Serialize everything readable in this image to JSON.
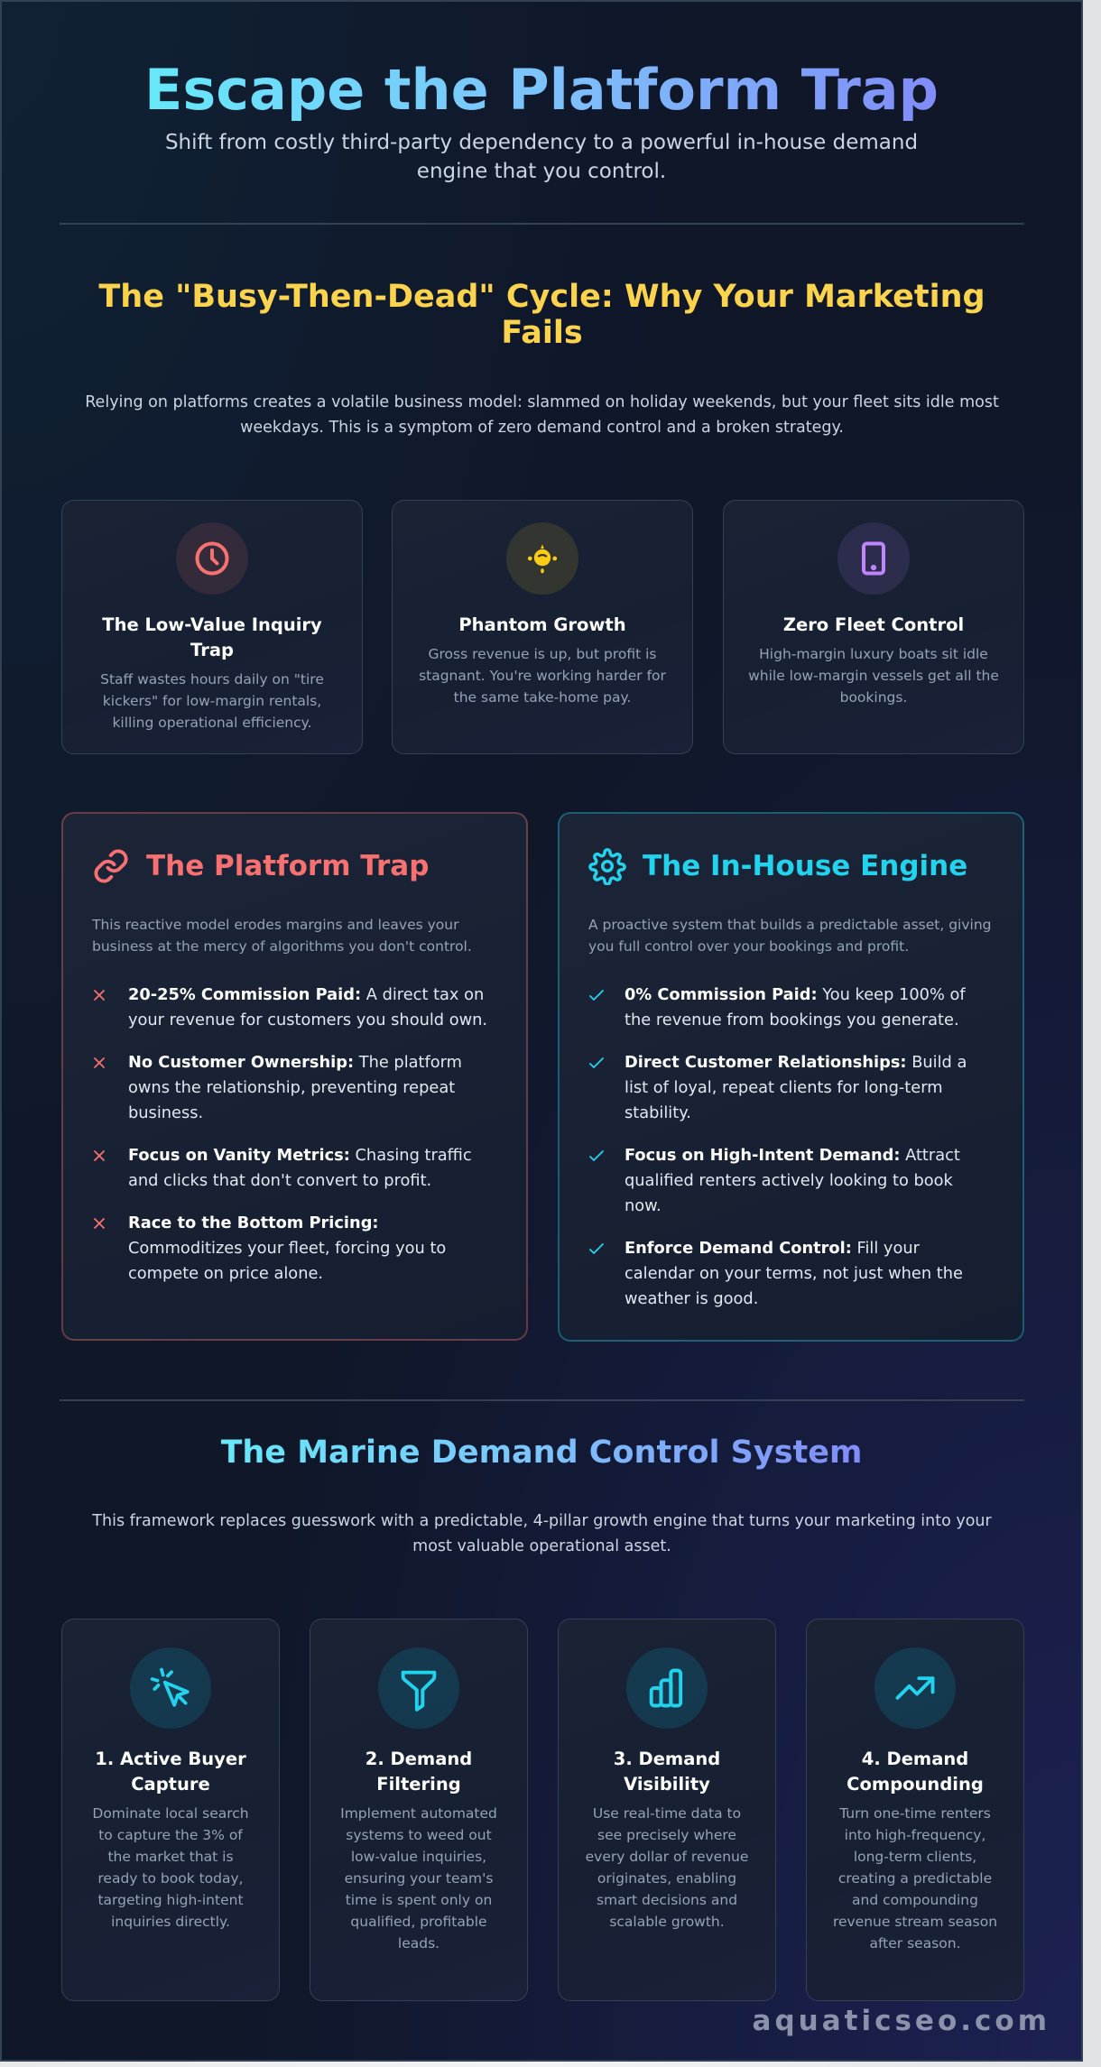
{
  "hero": {
    "title": "Escape the Platform Trap",
    "subtitle": "Shift from costly third-party dependency to a powerful in-house demand engine that you control."
  },
  "cycle": {
    "title": "The \"Busy-Then-Dead\" Cycle: Why Your Marketing Fails",
    "description": "Relying on platforms creates a volatile business model: slammed on holiday weekends, but your fleet sits idle most weekdays. This is a symptom of zero demand control and a broken strategy.",
    "cards": [
      {
        "icon": "clock-icon",
        "color": "#f87171",
        "title": "The Low-Value Inquiry Trap",
        "text": "Staff wastes hours daily on \"tire kickers\" for low-margin rentals, killing operational efficiency."
      },
      {
        "icon": "money-icon",
        "color": "#facc15",
        "title": "Phantom Growth",
        "text": "Gross revenue is up, but profit is stagnant. You're working harder for the same take-home pay."
      },
      {
        "icon": "tablet-icon",
        "color": "#c084fc",
        "title": "Zero Fleet Control",
        "text": "High-margin luxury boats sit idle while low-margin vessels get all the bookings."
      }
    ]
  },
  "comparison": {
    "trap": {
      "icon": "link-icon",
      "title": "The Platform Trap",
      "description": "This reactive model erodes margins and leaves your business at the mercy of algorithms you don't control.",
      "color": "#f87171",
      "items": [
        {
          "bold": "20-25% Commission Paid:",
          "text": " A direct tax on your revenue for customers you should own."
        },
        {
          "bold": "No Customer Ownership:",
          "text": " The platform owns the relationship, preventing repeat business."
        },
        {
          "bold": "Focus on Vanity Metrics:",
          "text": " Chasing traffic and clicks that don't convert to profit."
        },
        {
          "bold": "Race to the Bottom Pricing:",
          "text": " Commoditizes your fleet, forcing you to compete on price alone."
        }
      ]
    },
    "engine": {
      "icon": "gear-icon",
      "title": "The In-House Engine",
      "description": "A proactive system that builds a predictable asset, giving you full control over your bookings and profit.",
      "color": "#22d3ee",
      "items": [
        {
          "bold": "0% Commission Paid:",
          "text": " You keep 100% of the revenue from bookings you generate."
        },
        {
          "bold": "Direct Customer Relationships:",
          "text": " Build a list of loyal, repeat clients for long-term stability."
        },
        {
          "bold": "Focus on High-Intent Demand:",
          "text": " Attract qualified renters actively looking to book now."
        },
        {
          "bold": "Enforce Demand Control:",
          "text": " Fill your calendar on your terms, not just when the weather is good."
        }
      ]
    }
  },
  "system": {
    "title": "The Marine Demand Control System",
    "description": "This framework replaces guesswork with a predictable, 4-pillar growth engine that turns your marketing into your most valuable operational asset.",
    "accent": "#22d3ee",
    "pillars": [
      {
        "icon": "cursor-click-icon",
        "title": "1. Active Buyer Capture",
        "text": "Dominate local search to capture the 3% of the market that is ready to book today, targeting high-intent inquiries directly."
      },
      {
        "icon": "funnel-icon",
        "title": "2. Demand Filtering",
        "text": "Implement automated systems to weed out low-value inquiries, ensuring your team's time is spent only on qualified, profitable leads."
      },
      {
        "icon": "bar-chart-icon",
        "title": "3. Demand Visibility",
        "text": "Use real-time data to see precisely where every dollar of revenue originates, enabling smart decisions and scalable growth."
      },
      {
        "icon": "trending-up-icon",
        "title": "4. Demand Compounding",
        "text": "Turn one-time renters into high-frequency, long-term clients, creating a predictable and compounding revenue stream season after season."
      }
    ]
  },
  "footer": {
    "brand": "aquaticseo.com"
  }
}
